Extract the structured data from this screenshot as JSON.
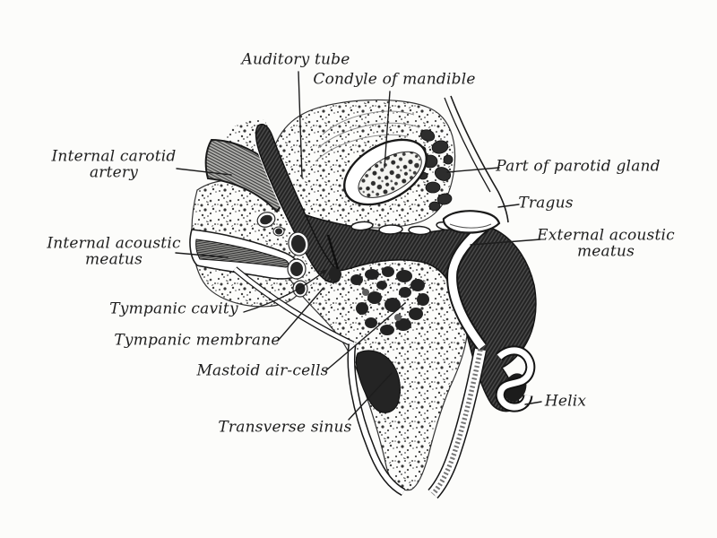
{
  "figure": {
    "kind": "anatomical-engraving",
    "colors": {
      "background": "#fcfcfa",
      "ink": "#1d1d1d",
      "bone_stipple": "#474747",
      "cartilage_dark": "#212121"
    }
  },
  "labels": {
    "auditory_tube": "Auditory tube",
    "condyle_of_mandible": "Condyle of mandible",
    "internal_carotid_line1": "Internal carotid",
    "internal_carotid_line2": "artery",
    "internal_acoustic_line1": "Internal acoustic",
    "internal_acoustic_line2": "meatus",
    "part_of_parotid_gland": "Part of parotid gland",
    "tragus": "Tragus",
    "external_acoustic_line1": "External acoustic",
    "external_acoustic_line2": "meatus",
    "tympanic_cavity": "Tympanic cavity",
    "tympanic_membrane": "Tympanic membrane",
    "mastoid_air_cells": "Mastoid air-cells",
    "transverse_sinus": "Transverse sinus",
    "helix": "Helix"
  }
}
